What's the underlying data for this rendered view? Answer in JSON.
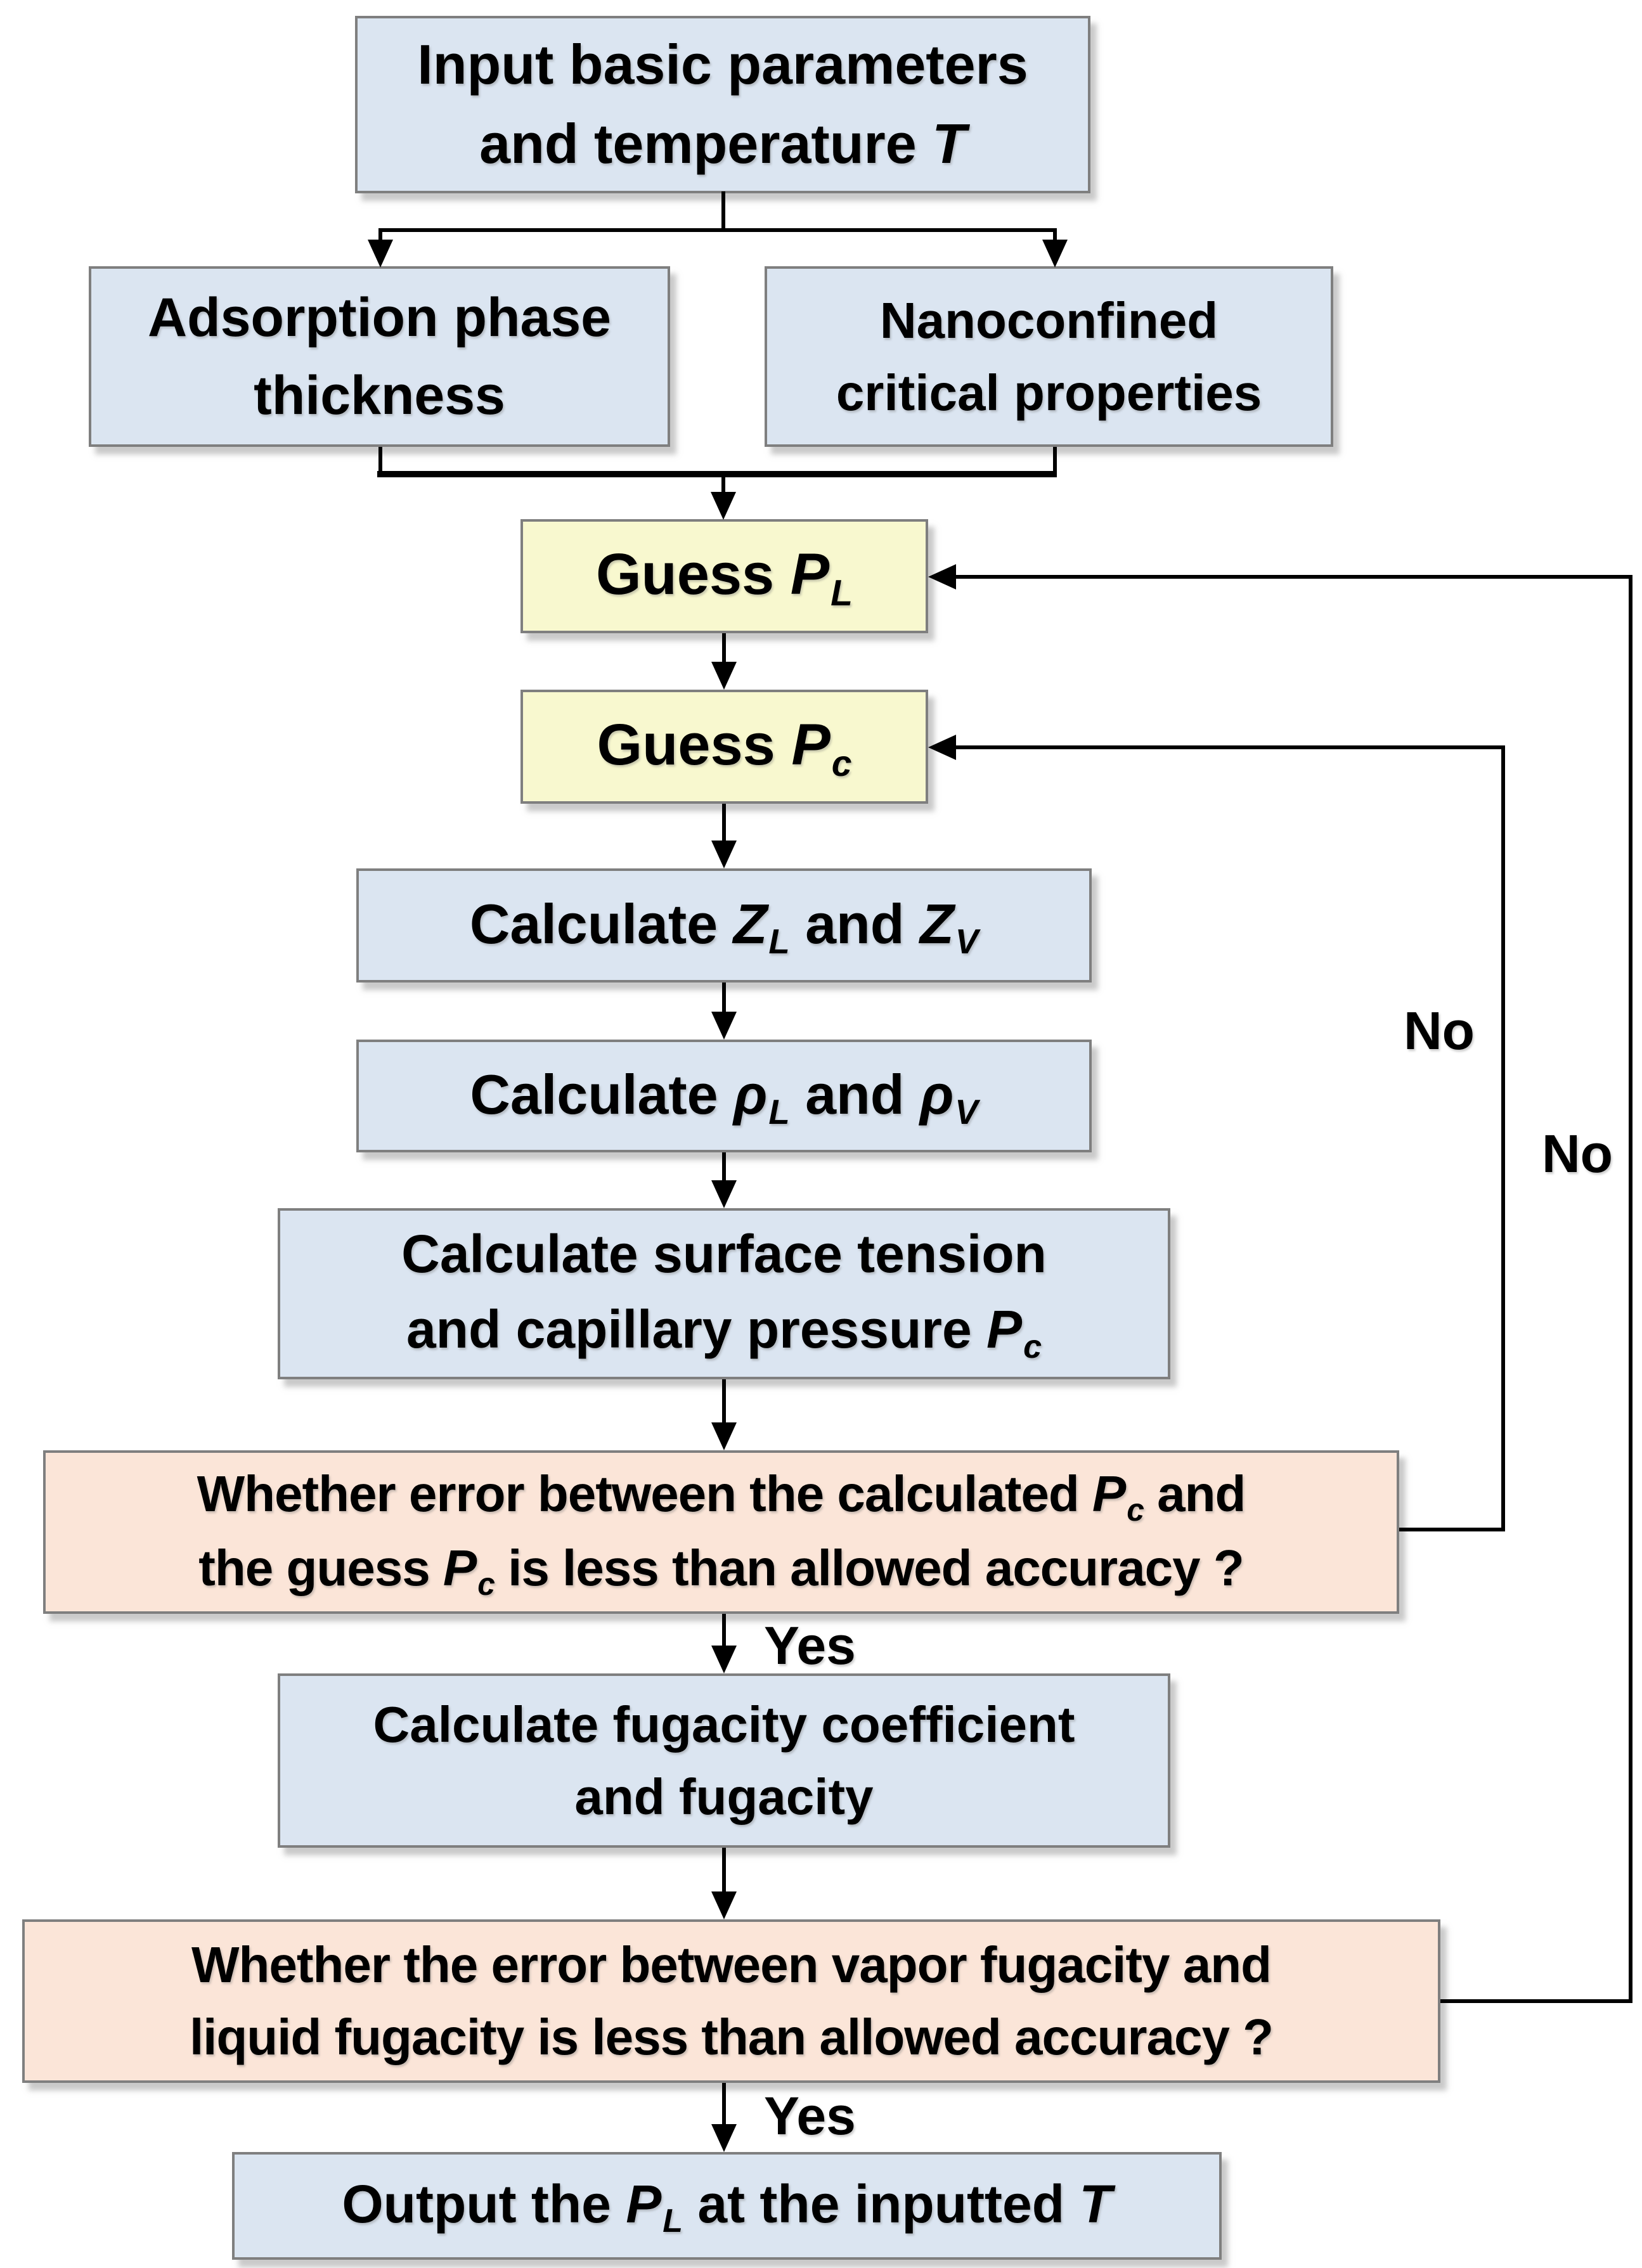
{
  "colors": {
    "box_blue": "#dbe5f1",
    "box_yellow": "#f8f8cf",
    "box_peach": "#fbe5d8",
    "box_border": "#7f7f7f",
    "line_black": "#000000",
    "shadow_gray": "#b0b0b0"
  },
  "labels": {
    "yes": "Yes",
    "no": "No"
  },
  "nodes": {
    "input": {
      "lines": [
        [
          {
            "t": "Input basic parameters"
          }
        ],
        [
          {
            "t": "and temperature "
          },
          {
            "t": "T",
            "i": true
          }
        ]
      ]
    },
    "adsorption": {
      "lines": [
        [
          {
            "t": "Adsorption phase"
          }
        ],
        [
          {
            "t": "thickness"
          }
        ]
      ]
    },
    "nanoconfined": {
      "lines": [
        [
          {
            "t": "Nanoconfined"
          }
        ],
        [
          {
            "t": "critical properties"
          }
        ]
      ]
    },
    "guess_pl": {
      "lines": [
        [
          {
            "t": "Guess "
          },
          {
            "t": "P",
            "i": true
          },
          {
            "t": "L",
            "sub": true
          }
        ]
      ]
    },
    "guess_pc": {
      "lines": [
        [
          {
            "t": "Guess "
          },
          {
            "t": "P",
            "i": true
          },
          {
            "t": "c",
            "sub": true
          }
        ]
      ]
    },
    "calc_z": {
      "lines": [
        [
          {
            "t": "Calculate "
          },
          {
            "t": "Z",
            "i": true
          },
          {
            "t": "L",
            "sub": true
          },
          {
            "t": " and "
          },
          {
            "t": "Z",
            "i": true
          },
          {
            "t": "V",
            "sub": true
          }
        ]
      ]
    },
    "calc_rho": {
      "lines": [
        [
          {
            "t": "Calculate "
          },
          {
            "t": "ρ",
            "i": true
          },
          {
            "t": "L",
            "sub": true
          },
          {
            "t": " and "
          },
          {
            "t": "ρ",
            "i": true
          },
          {
            "t": "V",
            "sub": true
          }
        ]
      ]
    },
    "surface": {
      "lines": [
        [
          {
            "t": "Calculate surface tension"
          }
        ],
        [
          {
            "t": "and capillary pressure "
          },
          {
            "t": "P",
            "i": true
          },
          {
            "t": "c",
            "sub": true
          }
        ]
      ]
    },
    "decision_pc": {
      "lines": [
        [
          {
            "t": "Whether error between the calculated "
          },
          {
            "t": "P",
            "i": true
          },
          {
            "t": "c",
            "sub": true
          },
          {
            "t": " and"
          }
        ],
        [
          {
            "t": "the guess "
          },
          {
            "t": "P",
            "i": true
          },
          {
            "t": "c",
            "sub": true
          },
          {
            "t": " is less than allowed accuracy ?"
          }
        ]
      ]
    },
    "fugacity": {
      "lines": [
        [
          {
            "t": "Calculate fugacity coefficient"
          }
        ],
        [
          {
            "t": "and fugacity"
          }
        ]
      ]
    },
    "decision_fug": {
      "lines": [
        [
          {
            "t": "Whether the error between vapor fugacity and"
          }
        ],
        [
          {
            "t": "liquid fugacity is less than allowed accuracy ?"
          }
        ]
      ]
    },
    "output": {
      "lines": [
        [
          {
            "t": "Output the "
          },
          {
            "t": "P",
            "i": true
          },
          {
            "t": "L",
            "sub": true
          },
          {
            "t": " at the inputted "
          },
          {
            "t": "T",
            "i": true
          }
        ]
      ]
    }
  }
}
